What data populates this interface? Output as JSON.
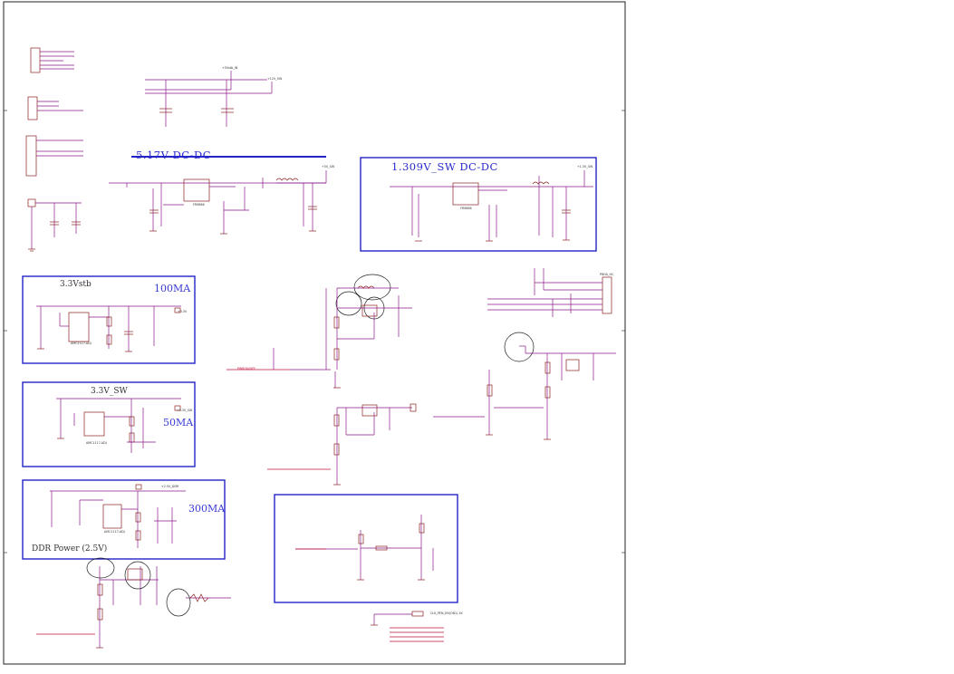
{
  "titles": {
    "dcdc_517": "5.17V  DC-DC",
    "dcdc_1309": "1.309V_SW DC-DC",
    "vstb": "3.3Vstb",
    "vstb_ma": "100MA",
    "sw33": "3.3V_SW",
    "sw33_ma": "50MA",
    "ddr_ma": "300MA",
    "ddr": "DDR Power (2.5V)"
  },
  "net_labels": {
    "vstb_in": "+5Vstb_IN",
    "sw12": "+12V_SW",
    "sw5": "+5V_SW",
    "vcc33": "+3.3V",
    "sw33": "+3.3V_SW",
    "ddr": "+2.5V_DDR",
    "core": "+1.3V_SW",
    "pwr_on": "PWRON/OFF",
    "ic_buck1": "FR9886",
    "ic_buck2": "FR9886",
    "ldo1": "AMC1117-ADJ",
    "ldo2": "AMC1117-ADJ",
    "ldo3": "AMC1117-ADJ",
    "connector": "P8HA_HC",
    "part_line": "CLK_PEN_EN(ON1).1K"
  },
  "colors": {
    "wire": "#8a1a8a",
    "part": "#8c2222",
    "box": "#2323c8",
    "net": "#c0103a",
    "border": "#222222"
  }
}
